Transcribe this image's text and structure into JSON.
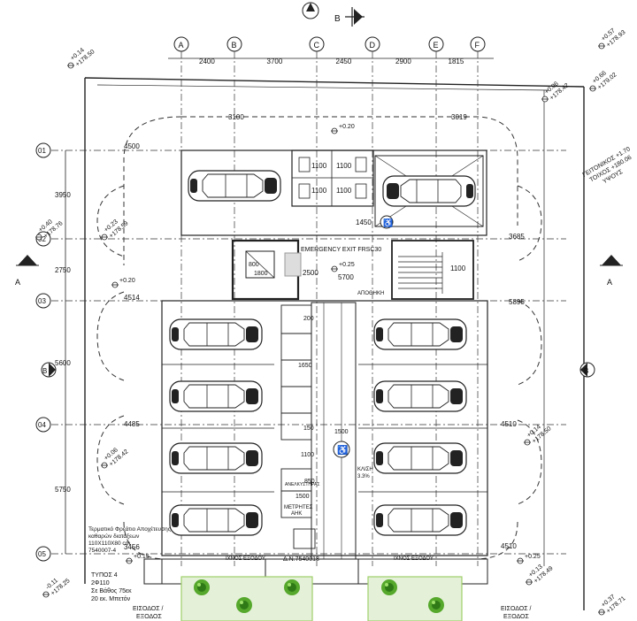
{
  "north_marker": "B",
  "column_axes": [
    "A",
    "B",
    "C",
    "D",
    "E",
    "F"
  ],
  "column_dims": [
    "2400",
    "3700",
    "2450",
    "2900",
    "1815"
  ],
  "row_axes": [
    "01",
    "02",
    "03",
    "04",
    "05"
  ],
  "row_dims": [
    "3950",
    "2750",
    "5600",
    "5750"
  ],
  "section_marks": {
    "left": "A",
    "right": "A",
    "side_left": "B",
    "side_right": "B"
  },
  "levels": [
    {
      "a": "+0.14",
      "b": "+178.50"
    },
    {
      "a": "+0.57",
      "b": "+178.93"
    },
    {
      "a": "+0.66",
      "b": "+179.02"
    },
    {
      "a": "+0.06",
      "b": "+178.42"
    },
    {
      "a": "+0.40",
      "b": "+178.76"
    },
    {
      "a": "+0.23",
      "b": "+178.59"
    },
    {
      "a": "+0.20",
      "b": ""
    },
    {
      "a": "+0.25",
      "b": ""
    },
    {
      "a": "+0.14",
      "b": "+178.50"
    },
    {
      "a": "+0.06",
      "b": "+178.42"
    },
    {
      "a": "+0.15",
      "b": ""
    },
    {
      "a": "+0.25",
      "b": ""
    },
    {
      "a": "+0.13",
      "b": "+178.49"
    },
    {
      "a": "-0.11",
      "b": "+178.25"
    },
    {
      "a": "+0.37",
      "b": "+178.71"
    },
    {
      "a": "+0.20",
      "b": ""
    }
  ],
  "neighbour_wall": {
    "line1": "ΓΕΙΤΟΝΙΚΟΣ +1.70",
    "line2": "ΤΟΙΧΟΣ +180.06",
    "line3": "ΥΨΟΥΣ"
  },
  "dims_misc": {
    "d3100": "3100",
    "d3019": "3019",
    "d4500": "4500",
    "d1450": "1450",
    "d3685": "3685",
    "d1100a": "1100",
    "d2500": "2500",
    "d5700": "5700",
    "d800": "800",
    "d1800": "1800",
    "d4514": "4514",
    "d5895": "5895",
    "d4485": "4485",
    "d4510a": "4510",
    "d4510b": "4510",
    "d3456": "3456",
    "d200": "200",
    "d1650": "1650",
    "d150": "150",
    "d1500a": "1500",
    "d1100b": "1100",
    "d850": "850",
    "d1500b": "1500",
    "d1100c": "1100",
    "d1100d": "1100",
    "d1100e": "1100",
    "d1100f": "1100"
  },
  "labels": {
    "emergency_exit": "EMERGENCY EXIT FRSC30",
    "storage_room": "ΑΠΟΘΗΚΗ",
    "meter_room_line1": "ΜΕΤΡΗΤΕΣ",
    "meter_room_line2": "ΑΗΚ",
    "road_left": "ΙΧΝΟΣ ΕΞΟΔΟΥ",
    "road_right": "ΙΧΝΟΣ ΕΞΟΔΟΥ",
    "entrance_left": "ΕΙΣΟΔΟΣ /",
    "exit_left": "ΕΞΟΔΟΣ",
    "entrance_right": "ΕΙΣΟΔΟΣ /",
    "exit_right": "ΕΞΟΔΟΣ",
    "ramp": "ΚΛΙΣΗ",
    "ramp_grade": "3.3%",
    "note_line1": "Τερματικό Φρεάτιο Αποχέτευσης",
    "note_line2": "καθαρών διατάξεων",
    "note_line3": "110X110X80 cm",
    "note_line4": "7540007-4",
    "type_line1": "ΤΥΠΟΣ 4",
    "type_line2": "2Φ110",
    "type_line3": "Σε Βάθος 75εκ",
    "type_line4": "20 εκ. Μπετόν",
    "dn_label": "Δ.Ν.7540018",
    "lift_label": "ΑΝΕΛΚΥΣΤΗΡΑΣ"
  },
  "parking_left_top": 1,
  "parking_right_top": 1,
  "parking_left_bays": 4,
  "parking_right_bays": 4,
  "colors": {
    "line": "#222222",
    "dashed": "#333333",
    "planting": "#e4f0d8",
    "planting_border": "#9fd06a",
    "tree": "#55a82b",
    "grey": "#999999"
  }
}
